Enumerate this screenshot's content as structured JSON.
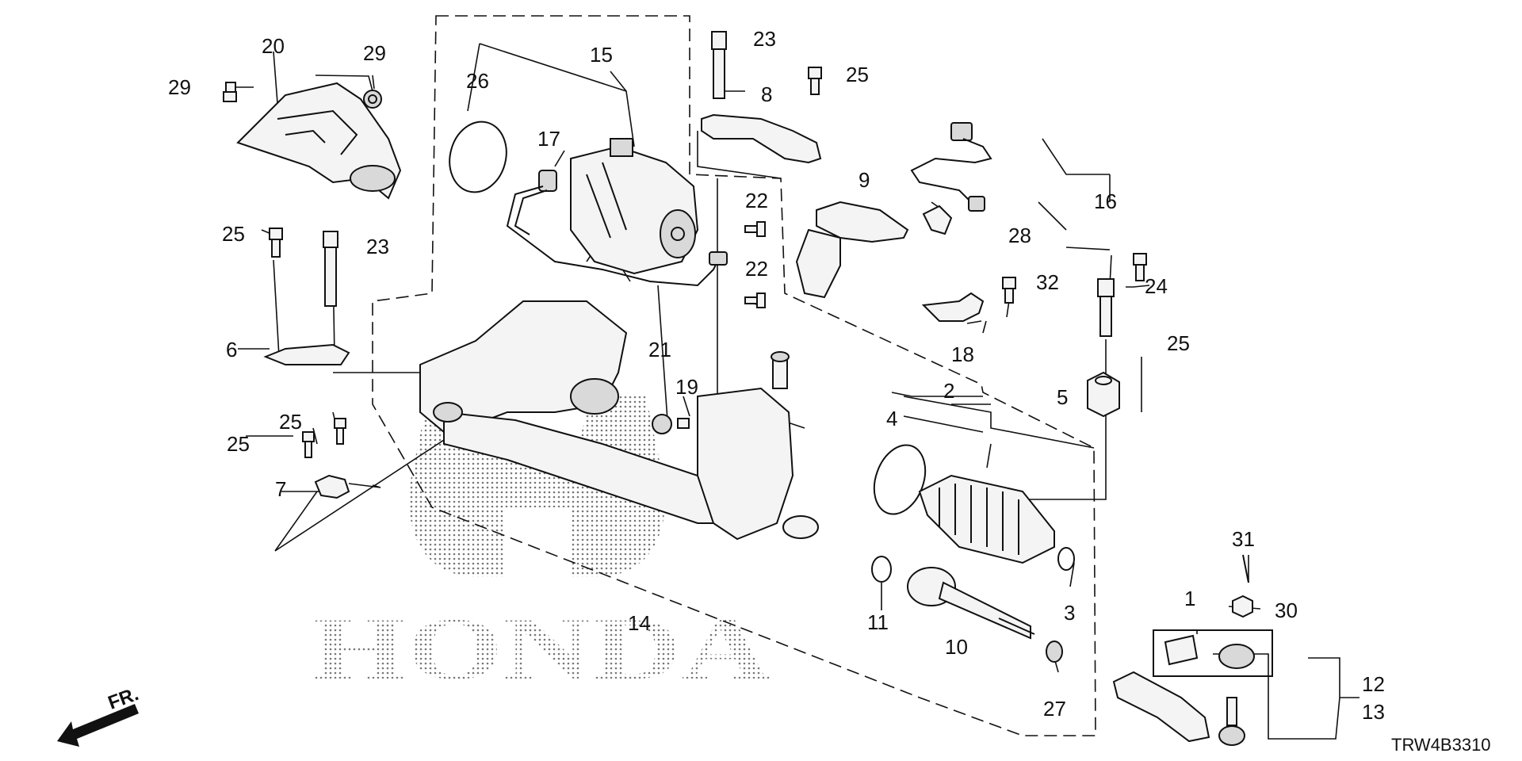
{
  "diagram_code": "TRW4B3310",
  "watermark": "HONDA",
  "front_marker": "FR.",
  "callouts": {
    "c1": "1",
    "c2": "2",
    "c3": "3",
    "c4": "4",
    "c5": "5",
    "c6": "6",
    "c7": "7",
    "c8": "8",
    "c9": "9",
    "c10": "10",
    "c11": "11",
    "c12": "12",
    "c13": "13",
    "c14": "14",
    "c15": "15",
    "c16": "16",
    "c17": "17",
    "c18": "18",
    "c19": "19",
    "c20": "20",
    "c21": "21",
    "c22a": "22",
    "c22b": "22",
    "c23a": "23",
    "c23b": "23",
    "c24": "24",
    "c25a": "25",
    "c25b": "25",
    "c25c": "25",
    "c25d": "25",
    "c25e": "25",
    "c26": "26",
    "c27": "27",
    "c28": "28",
    "c29a": "29",
    "c29b": "29",
    "c30": "30",
    "c31": "31",
    "c32": "32"
  }
}
